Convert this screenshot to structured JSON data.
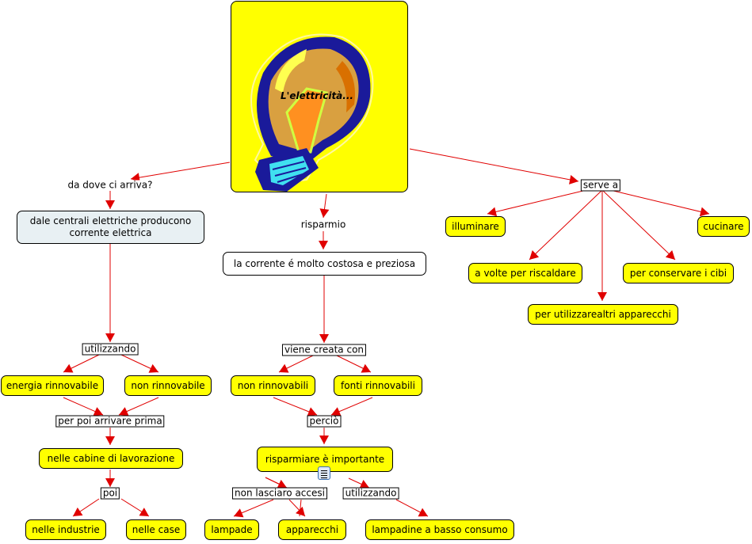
{
  "root": {
    "title": "L'elettricità..."
  },
  "links": {
    "da_dove": "da dove ci arriva?",
    "risparmio": "risparmio",
    "serve_a": "serve a",
    "utilizzando_left": "utilizzando",
    "per_poi": "per poi arrivare prima",
    "poi": "poi",
    "viene_creata": "viene creata con",
    "percio": "perciò",
    "non_lasciaro": "non lasciaro accesi",
    "utilizzando_mid": "utilizzando"
  },
  "concepts": {
    "centrali": "dale centrali elettriche producono corrente elettrica",
    "energia_rinnovabile": "energia rinnovabile",
    "non_rinnovabile": "non rinnovabile",
    "cabine": "nelle cabine di lavorazione",
    "industrie": "nelle industrie",
    "case": "nelle case",
    "corrente": "la corrente é molto costosa e  preziosa",
    "non_rinnovabili": "non rinnovabili",
    "fonti_rinnovabili": "fonti rinnovabili",
    "risparmiare": "risparmiare  è importante",
    "lampade": "lampade",
    "apparecchi": "apparecchi",
    "lampadine": "lampadine a basso consumo",
    "illuminare": "illuminare",
    "cucinare": "cucinare",
    "riscaldare": "a volte per riscaldare",
    "conservare": "per conservare i cibi",
    "utilizzare": "per utilizzarealtri apparecchi"
  },
  "colors": {
    "concept": "#ffff00",
    "edge": "#e00000",
    "centrali_bg": "#e8f0f3"
  }
}
